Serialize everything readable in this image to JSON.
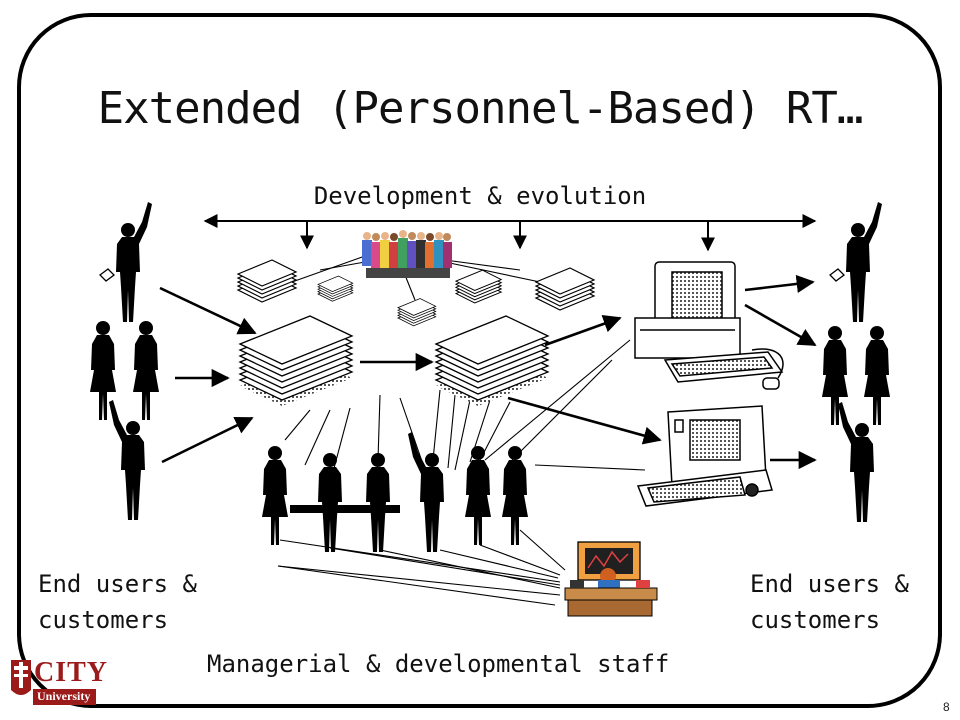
{
  "slide": {
    "title": "Extended (Personnel-Based) RT…",
    "top_label": "Development & evolution",
    "left_label_line1": "End users &",
    "left_label_line2": "customers",
    "right_label_line1": "End users &",
    "right_label_line2": "customers",
    "bottom_label": "Managerial & developmental staff",
    "page_number": "8"
  },
  "logo": {
    "name": "CITY",
    "sub": "University",
    "color": "#9b1b1b"
  },
  "icons": [
    "person-silhouette-icon",
    "people-group-icon",
    "document-stack-icon",
    "desktop-computer-icon",
    "portable-computer-icon",
    "office-desk-icon"
  ]
}
